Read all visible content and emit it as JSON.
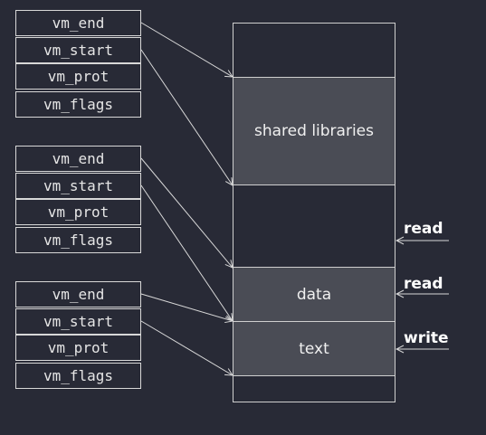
{
  "vmas": [
    {
      "fields": [
        "vm_end",
        "vm_start",
        "vm_prot",
        "vm_flags"
      ]
    },
    {
      "fields": [
        "vm_end",
        "vm_start",
        "vm_prot",
        "vm_flags"
      ]
    },
    {
      "fields": [
        "vm_end",
        "vm_start",
        "vm_prot",
        "vm_flags"
      ]
    }
  ],
  "regions": {
    "shared_libraries": "shared libraries",
    "data": "data",
    "text": "text"
  },
  "operations": [
    "read",
    "read",
    "write"
  ],
  "colors": {
    "background": "#282a36",
    "line": "#d8d8d8",
    "region_fill": "#4a4c55"
  }
}
